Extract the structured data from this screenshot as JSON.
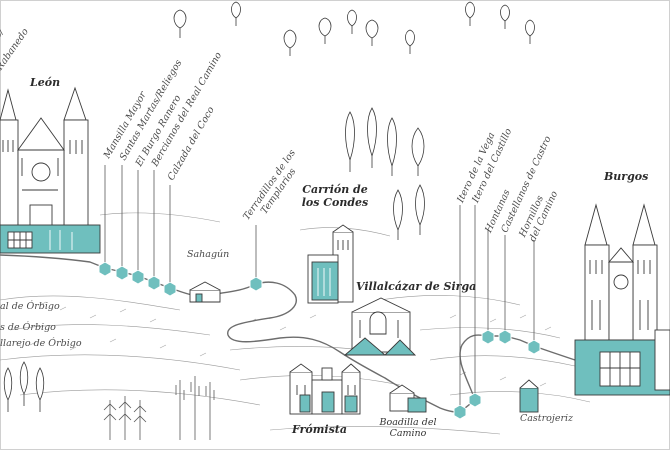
{
  "map": {
    "cities": {
      "leon": "León",
      "burgos": "Burgos",
      "carrion": "Carrión de los Condes",
      "villalcazar": "Villalcázar de Sirga",
      "fromista": "Frómista"
    },
    "towns": {
      "rabanedo_partial": "o/",
      "rabanedo": "Rabanedo",
      "mansilla": "Mansilla Mayor",
      "santas_martas": "Santas Martas/Reliegos",
      "el_burgo": "El Burgo Ranero",
      "bercianos": "Bercianos del Real Camino",
      "calzada": "Calzada del Coco",
      "sahagun": "Sahagún",
      "terradillos": "Terradillos de los Templarios",
      "orbigo_1": "al de Órbigo",
      "orbigo_2": "s de Órbigo",
      "orbigo_3": "llarejo de Órbigo",
      "boadilla": "Boadilla del Camino",
      "castrojeriz": "Castrojeriz",
      "itero_vega": "Itero de la Vega",
      "itero_castillo": "Itero del Castillo",
      "hontanas": "Hontanas",
      "castellanos": "Castellanos de Castro",
      "hornillos": "Hornillos del Camino"
    },
    "colors": {
      "accent": "#6fbfbe",
      "ink": "#3a3a3a",
      "route": "#6d6d6d"
    }
  }
}
